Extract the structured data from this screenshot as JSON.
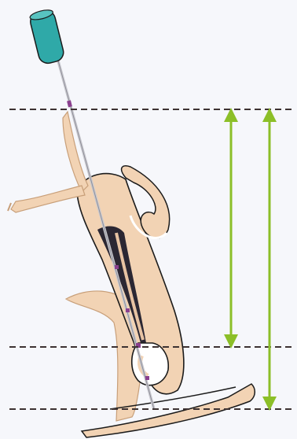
{
  "figure": {
    "subject": "tooth-root-canal-working-length",
    "colors": {
      "background": "#f6f7fb",
      "tissue": "#f2d3b4",
      "tissue_outline": "#c89f79",
      "canal": "#2b2733",
      "file_handle": "#2fa9a8",
      "file_shaft": "#c9c9cf",
      "stopper": "#8a3f8e",
      "guide_line": "#3d3232",
      "arrow": "#8cbf28",
      "border_line": "#1b1b1b"
    },
    "measurement_levels": [
      "reference-level",
      "apical-level",
      "radiographic-apex-level"
    ],
    "arrows": [
      {
        "id": "working-length-arrow",
        "from": "reference-level",
        "to": "apical-level"
      },
      {
        "id": "total-length-arrow",
        "from": "reference-level",
        "to": "radiographic-apex-level"
      }
    ]
  }
}
